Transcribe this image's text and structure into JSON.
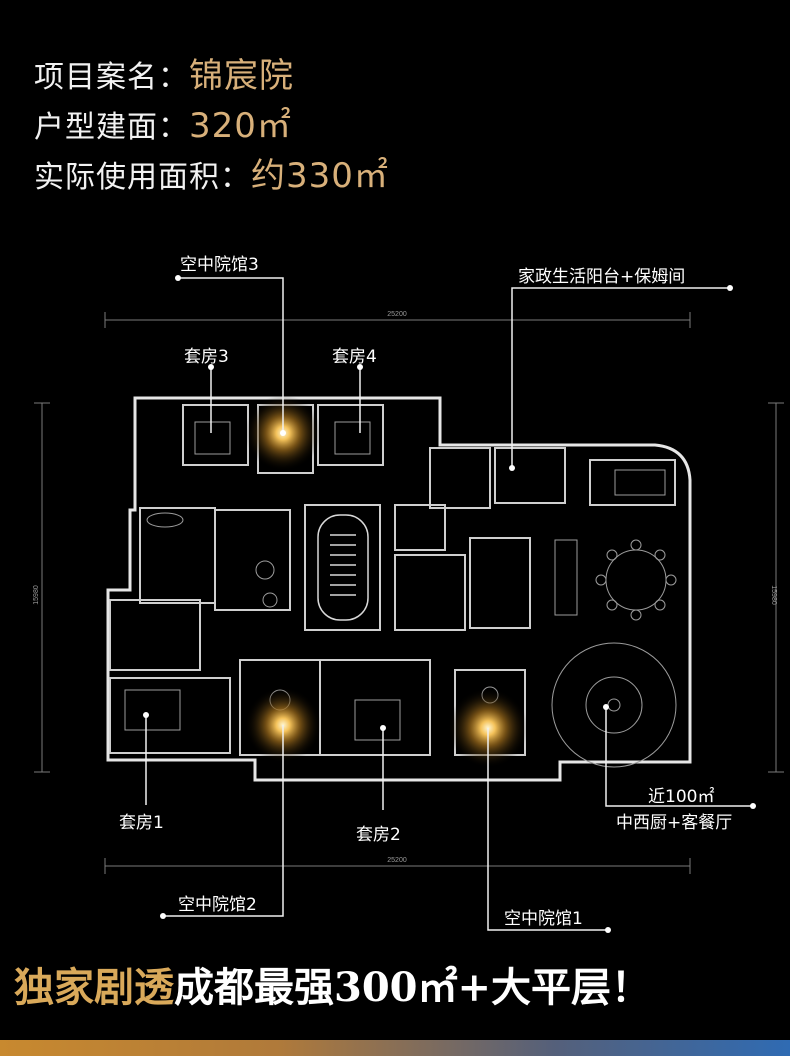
{
  "info": [
    {
      "label": "项目案名：",
      "value": "锦宸院"
    },
    {
      "label": "户型建面：",
      "value": "320㎡"
    },
    {
      "label": "实际使用面积：",
      "value": "约330㎡"
    }
  ],
  "callouts": {
    "sky_court_3": "空中院馆3",
    "housekeeping": "家政生活阳台+保姆间",
    "suite_3": "套房3",
    "suite_4": "套房4",
    "suite_1": "套房1",
    "suite_2": "套房2",
    "kitchen_area": "近100㎡",
    "kitchen_desc": "中西厨+客餐厅",
    "sky_court_2": "空中院馆2",
    "sky_court_1": "空中院馆1"
  },
  "dimensions": {
    "top": "25200",
    "bottom": "25200",
    "left": "15980",
    "right": "15980"
  },
  "headline": {
    "part1": "独家剧透",
    "part2": "成都最强300㎡+大平层！"
  },
  "colors": {
    "accent_gold": "#d8b07a",
    "wall": "#e6e6e6",
    "background": "#000000"
  }
}
